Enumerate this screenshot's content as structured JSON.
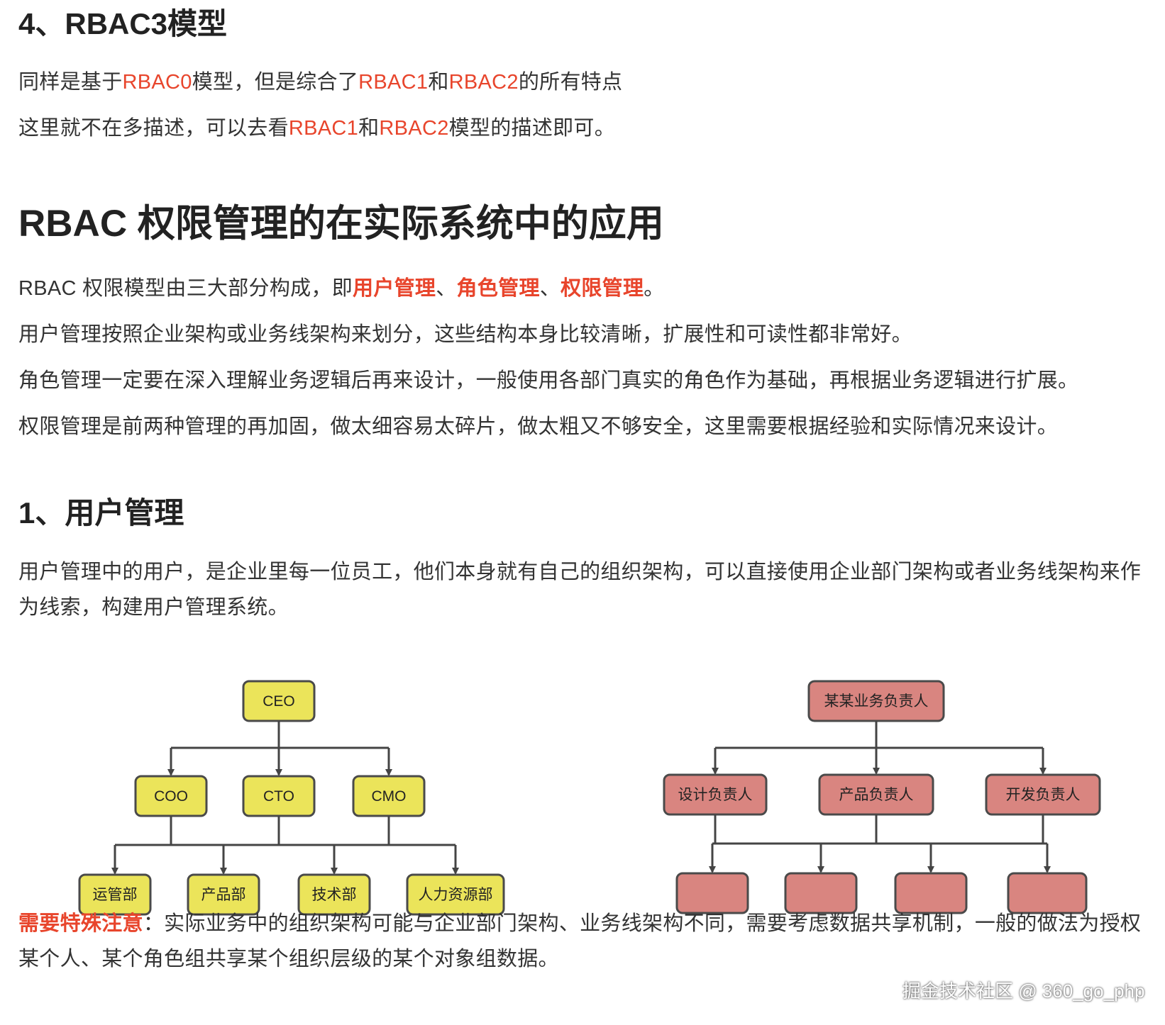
{
  "section4": {
    "heading": "4、RBAC3模型",
    "line1": {
      "t1": "同样是基于",
      "h1": "RBAC0",
      "t2": "模型，但是综合了",
      "h2": "RBAC1",
      "t3": "和",
      "h3": "RBAC2",
      "t4": "的所有特点"
    },
    "line2": {
      "t1": "这里就不在多描述，可以去看",
      "h1": "RBAC1",
      "t2": "和",
      "h2": "RBAC2",
      "t3": "模型的描述即可。"
    }
  },
  "application": {
    "heading": "RBAC 权限管理的在实际系统中的应用",
    "intro": {
      "t1": "RBAC 权限模型由三大部分构成，即",
      "h1": "用户管理",
      "s1": "、",
      "h2": "角色管理",
      "s2": "、",
      "h3": "权限管理",
      "t2": "。"
    },
    "p_user": "用户管理按照企业架构或业务线架构来划分，这些结构本身比较清晰，扩展性和可读性都非常好。",
    "p_role": "角色管理一定要在深入理解业务逻辑后再来设计，一般使用各部门真实的角色作为基础，再根据业务逻辑进行扩展。",
    "p_perm": "权限管理是前两种管理的再加固，做太细容易太碎片，做太粗又不够安全，这里需要根据经验和实际情况来设计。"
  },
  "user_mgmt": {
    "heading": "1、用户管理",
    "para": "用户管理中的用户，是企业里每一位员工，他们本身就有自己的组织架构，可以直接使用企业部门架构或者业务线架构来作为线索，构建用户管理系统。"
  },
  "org_chart_left": {
    "root": "CEO",
    "level2": [
      "COO",
      "CTO",
      "CMO"
    ],
    "level3": [
      "运管部",
      "产品部",
      "技术部",
      "人力资源部"
    ],
    "fill": "#ebe45a",
    "stroke": "#4a4a4a"
  },
  "org_chart_right": {
    "root": "某某业务负责人",
    "level2": [
      "设计负责人",
      "产品负责人",
      "开发负责人"
    ],
    "level3": [
      "",
      "",
      "",
      ""
    ],
    "fill": "#d98580",
    "stroke": "#4a4a4a"
  },
  "note": {
    "label": "需要特殊注意",
    "text": "：实际业务中的组织架构可能与企业部门架构、业务线架构不同，需要考虑数据共享机制，一般的做法为授权某个人、某个角色组共享某个组织层级的某个对象组数据。"
  },
  "watermark": "掘金技术社区 @ 360_go_php",
  "colors": {
    "highlight": "#e8452c",
    "text": "#333333"
  }
}
